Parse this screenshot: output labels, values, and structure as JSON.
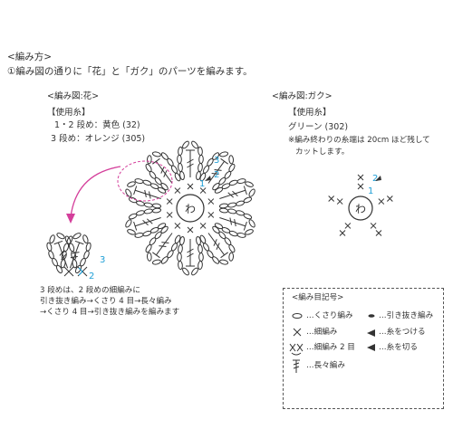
{
  "header": {
    "heading": "<編み方>",
    "step1": "①編み図の通りに「花」と「ガク」のパーツを編みます。"
  },
  "flower": {
    "title": "<編み図:花>",
    "yarn_heading": "【使用糸】",
    "yarn_line1": "1・2 段め：黄色 (32)",
    "yarn_line2": "3 段め：オレンジ (305)",
    "center_label": "わ",
    "row1_number": "1",
    "row2_number": "2",
    "row3_number": "3",
    "detail_row3": "3",
    "detail_row2": "2",
    "note_line1": "3 段めは、2 段めの細編みに",
    "note_line2": "引き抜き編み→くさり 4 目→長々編み",
    "note_line3": "→くさり 4 目→引き抜き編みを編みます",
    "colors": {
      "yellow_row": "#1f9fd6",
      "orange_row": "#333333",
      "arrow": "#d43f9b"
    }
  },
  "calyx": {
    "title": "<編み図:ガク>",
    "yarn_heading": "【使用糸】",
    "yarn_line": "グリーン (302)",
    "note_line1": "※編み終わりの糸端は 20cm ほど残して",
    "note_line2": "カットします。",
    "center_label": "わ",
    "row1_number": "1",
    "row2_number": "2"
  },
  "legend": {
    "title": "<編み目記号>",
    "items": [
      {
        "label": "…くさり編み",
        "icon": "chain-stitch-icon"
      },
      {
        "label": "…引き抜き編み",
        "icon": "slip-stitch-icon"
      },
      {
        "label": "…細編み",
        "icon": "single-crochet-icon"
      },
      {
        "label": "…糸をつける",
        "icon": "join-yarn-icon"
      },
      {
        "label": "…細編み 2 目",
        "icon": "sc-increase-icon"
      },
      {
        "label": "…糸を切る",
        "icon": "cut-yarn-icon"
      },
      {
        "label": "…長々編み",
        "icon": "double-treble-icon"
      }
    ]
  }
}
